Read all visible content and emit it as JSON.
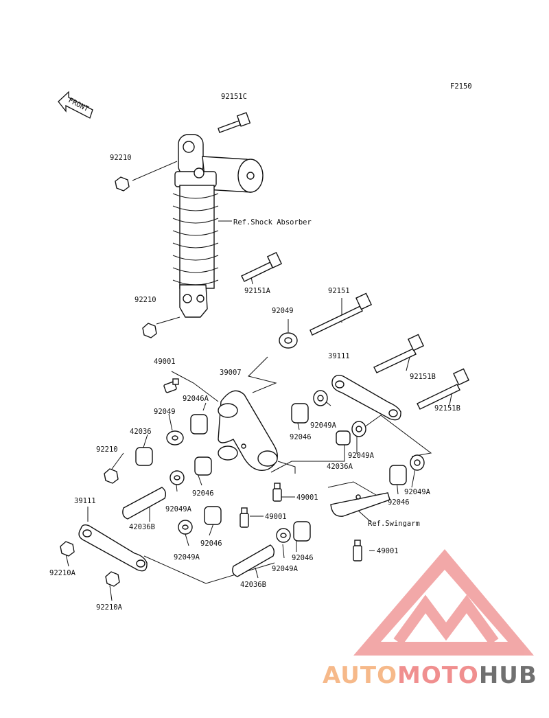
{
  "diagram_code": "F2150",
  "front_marker": "FRONT",
  "refs": {
    "shock_absorber": "Ref.Shock Absorber",
    "swingarm": "Ref.Swingarm"
  },
  "labels": {
    "l92151C": "92151C",
    "l92210_top": "92210",
    "l92151A": "92151A",
    "l92210_mid": "92210",
    "l92151": "92151",
    "l92049_top": "92049",
    "l39111_right": "39111",
    "l92151B_1": "92151B",
    "l92151B_2": "92151B",
    "l49001_top": "49001",
    "l39007": "39007",
    "l92046A": "92046A",
    "l92049_left": "92049",
    "l42036": "42036",
    "l92210_left": "92210",
    "l92046_a": "92046",
    "l92049A_a": "92049A",
    "l42036A": "42036A",
    "l92049A_b": "92049A",
    "l92046_b": "92046",
    "l49001_mid": "49001",
    "l92049A_c": "92049A",
    "l92046_c": "92046",
    "l39111_left": "39111",
    "l42036B_a": "42036B",
    "l92049A_d": "92049A",
    "l49001_low": "49001",
    "l92046_d": "92046",
    "l92049A_e": "92049A",
    "l92046_e": "92046",
    "l92049A_f": "92049A",
    "l49001_right": "49001",
    "l92210A_a": "92210A",
    "l92210A_b": "92210A",
    "l42036B_b": "42036B"
  },
  "watermark": {
    "part1": "AUTO",
    "part2": "MOTO",
    "part3": "HUB",
    "color_light": "#f6b98a",
    "color_mid": "#f08080",
    "color_dark": "#6f6f6f"
  }
}
